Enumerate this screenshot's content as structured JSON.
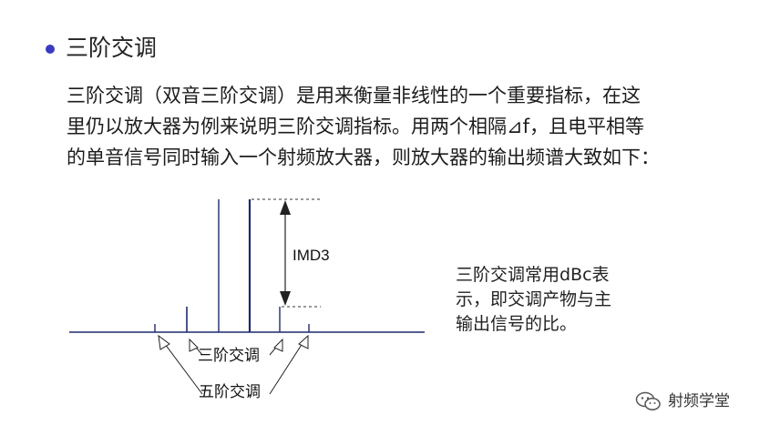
{
  "heading": "三阶交调",
  "paragraph_lines": [
    "三阶交调（双音三阶交调）是用来衡量非线性的一个重要指标，在这",
    "里仍以放大器为例来说明三阶交调指标。用两个相隔⊿f，且电平相等",
    "的单音信号同时输入一个射频放大器，则放大器的输出频谱大致如下："
  ],
  "diagram": {
    "imd3_label": "IMD3",
    "third_order_label": "三阶交调",
    "fifth_order_label": "五阶交调"
  },
  "note_lines": [
    "三阶交调常用dBc表",
    "示，即交调产物与主",
    "输出信号的比。"
  ],
  "watermark": {
    "text": "射频学堂",
    "icon": "wechat-icon"
  },
  "colors": {
    "bullet": "#3b3bbf",
    "spectrum_line": "#1f2a6b"
  }
}
